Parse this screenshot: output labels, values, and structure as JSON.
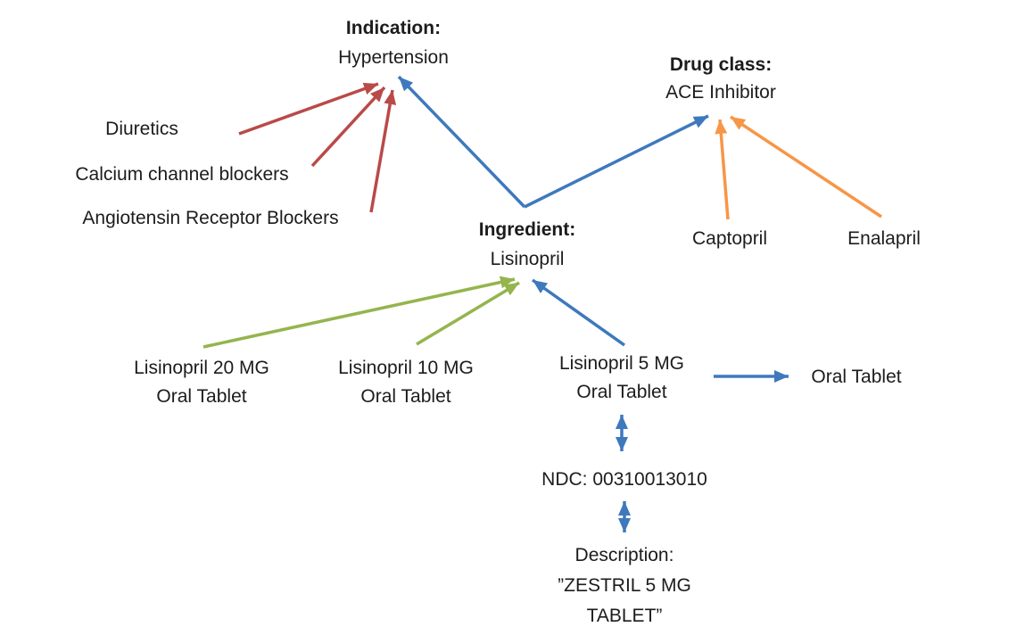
{
  "diagram": {
    "indication_label": "Indication:",
    "indication_value": "Hypertension",
    "drug_class_label": "Drug class:",
    "drug_class_value": "ACE Inhibitor",
    "alt_classes": [
      "Diuretics",
      "Calcium channel blockers",
      "Angiotensin Receptor Blockers"
    ],
    "ingredient_label": "Ingredient:",
    "ingredient_value": "Lisinopril",
    "class_members": [
      "Captopril",
      "Enalapril"
    ],
    "products": [
      {
        "line1": "Lisinopril 20 MG",
        "line2": "Oral Tablet"
      },
      {
        "line1": "Lisinopril 10 MG",
        "line2": "Oral Tablet"
      },
      {
        "line1": "Lisinopril 5 MG",
        "line2": "Oral Tablet"
      }
    ],
    "dose_form": "Oral Tablet",
    "ndc": "NDC: 00310013010",
    "description_label": "Description:",
    "description_line1": "”ZESTRIL 5 MG",
    "description_line2": "TABLET”"
  },
  "colors": {
    "red": "#b94a48",
    "blue": "#3e79bd",
    "green": "#94b54e",
    "orange": "#f79646",
    "text": "#1c1c1c"
  }
}
